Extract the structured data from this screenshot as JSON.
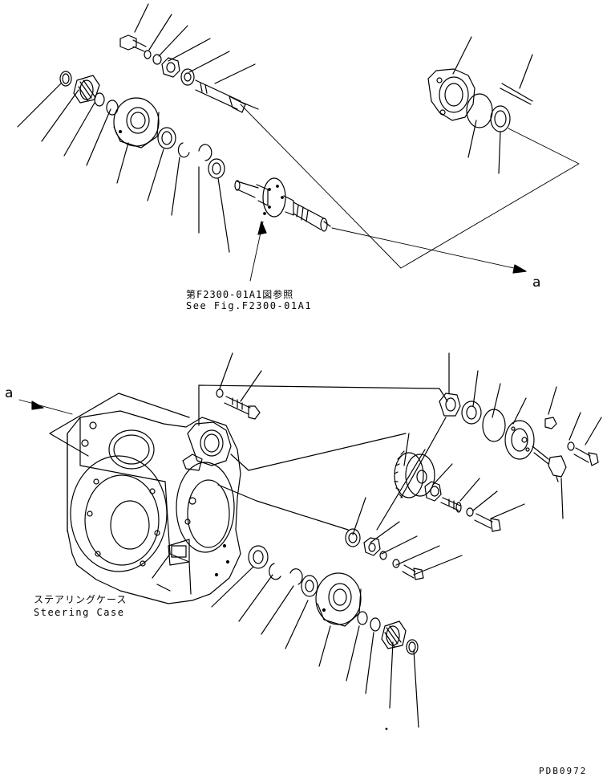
{
  "figure": {
    "reference_jp": "第F2300-01A1図参照",
    "reference_en": "See Fig.F2300-01A1",
    "mark_top": "a",
    "mark_left": "a",
    "case_label_jp": "ステアリングケース",
    "case_label_en": "Steering Case",
    "drawing_code": "PDB0972"
  }
}
